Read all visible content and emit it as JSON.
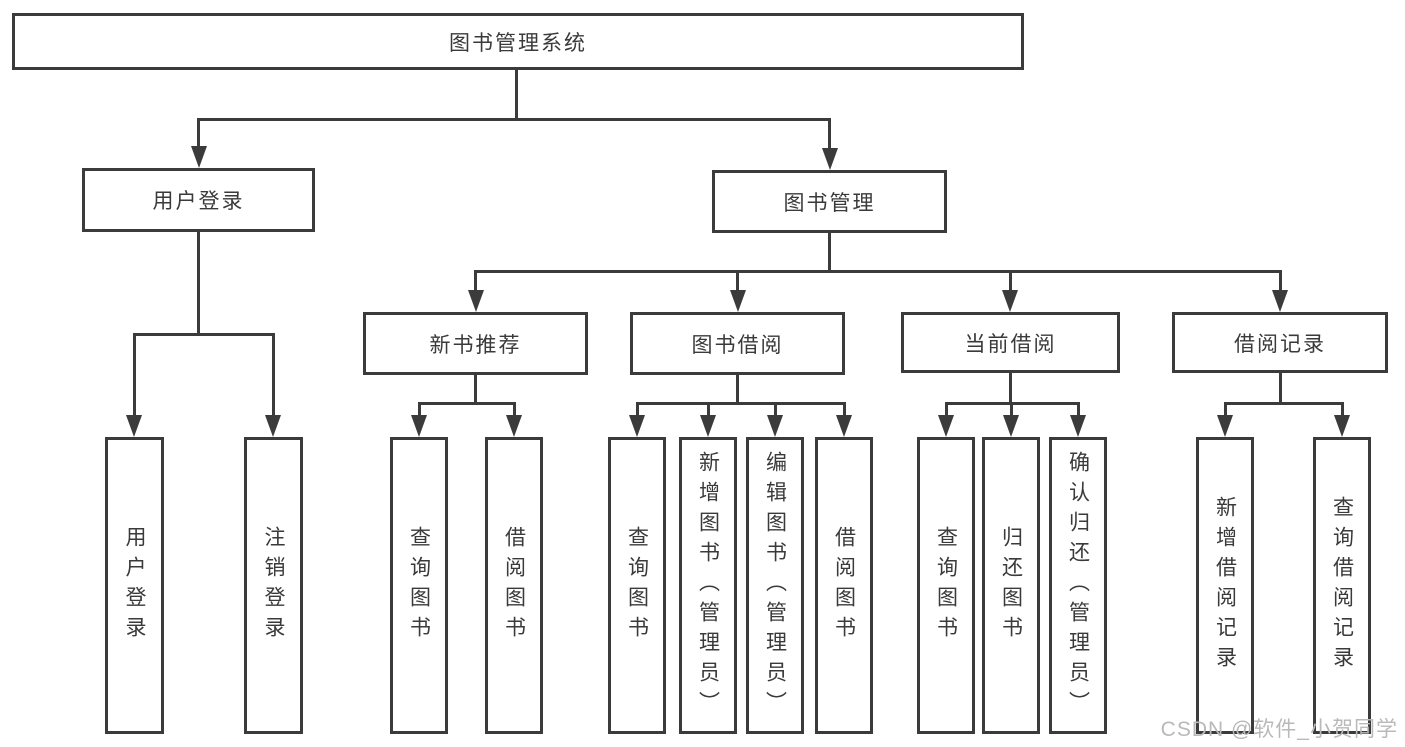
{
  "tree": {
    "root": {
      "label": "图书管理系统",
      "children": [
        {
          "label": "用户登录",
          "children": [
            {
              "label": "用户登录"
            },
            {
              "label": "注销登录"
            }
          ]
        },
        {
          "label": "图书管理",
          "children": [
            {
              "label": "新书推荐",
              "children": [
                {
                  "label": "查询图书"
                },
                {
                  "label": "借阅图书"
                }
              ]
            },
            {
              "label": "图书借阅",
              "children": [
                {
                  "label": "查询图书"
                },
                {
                  "label": "新增图书（管理员）"
                },
                {
                  "label": "编辑图书（管理员）"
                },
                {
                  "label": "借阅图书"
                }
              ]
            },
            {
              "label": "当前借阅",
              "children": [
                {
                  "label": "查询图书"
                },
                {
                  "label": "归还图书"
                },
                {
                  "label": "确认归还（管理员）"
                }
              ]
            },
            {
              "label": "借阅记录",
              "children": [
                {
                  "label": "新增借阅记录"
                },
                {
                  "label": "查询借阅记录"
                }
              ]
            }
          ]
        }
      ]
    }
  },
  "watermark": "CSDN @软件_小贺同学",
  "colors": {
    "line": "#3b3b3b",
    "text": "#3a3a3a",
    "watermark_text": "#b9b9b9",
    "background": "#ffffff"
  }
}
